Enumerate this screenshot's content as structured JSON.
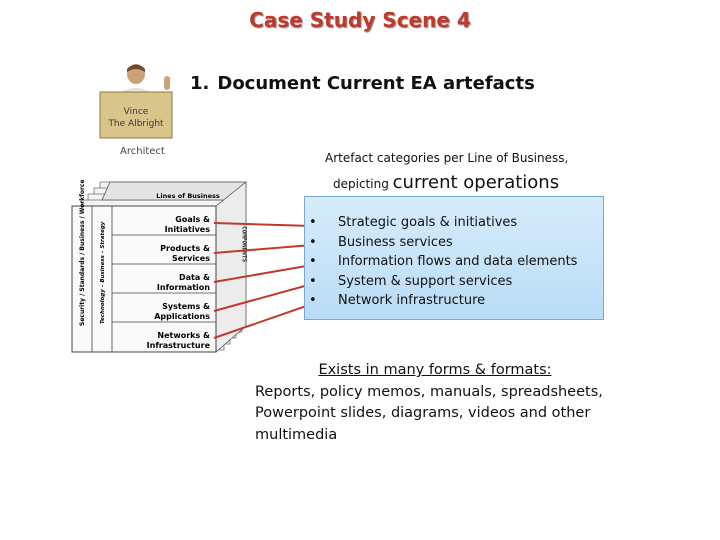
{
  "title": "Case Study Scene 4",
  "heading": {
    "number": "1.",
    "text": "Document Current EA artefacts"
  },
  "avatar": {
    "name_line1": "Vince",
    "name_line2": "The Albright",
    "caption": "Architect"
  },
  "caption": {
    "line1": "Artefact categories per Line of Business,",
    "line2_small": "depicting",
    "line2_big": "current operations"
  },
  "bullets": [
    "Strategic goals & initiatives",
    "Business services",
    "Information flows and data elements",
    "System & support services",
    "Network infrastructure"
  ],
  "exists": {
    "heading": "Exists in many forms & formats:",
    "line1": "Reports, policy memos, manuals, spreadsheets,",
    "line2": "Powerpoint slides, diagrams, videos and other",
    "line3": "multimedia"
  },
  "diagram": {
    "top_label": "Lines of Business",
    "rows": [
      {
        "line1": "Goals &",
        "line2": "Initiatives"
      },
      {
        "line1": "Products &",
        "line2": "Services"
      },
      {
        "line1": "Data &",
        "line2": "Information"
      },
      {
        "line1": "Systems &",
        "line2": "Applications"
      },
      {
        "line1": "Networks &",
        "line2": "Infrastructure"
      }
    ],
    "left_label_outer": "Security / Standards / Business / Workforce",
    "left_label_inner": "Technology – Business – Strategy",
    "side_label": "COMPONENTS"
  },
  "colors": {
    "title": "#c0392b",
    "connector": "#c0392b",
    "box_fill": "#c7e4f8",
    "box_border": "#7aa7d6"
  }
}
